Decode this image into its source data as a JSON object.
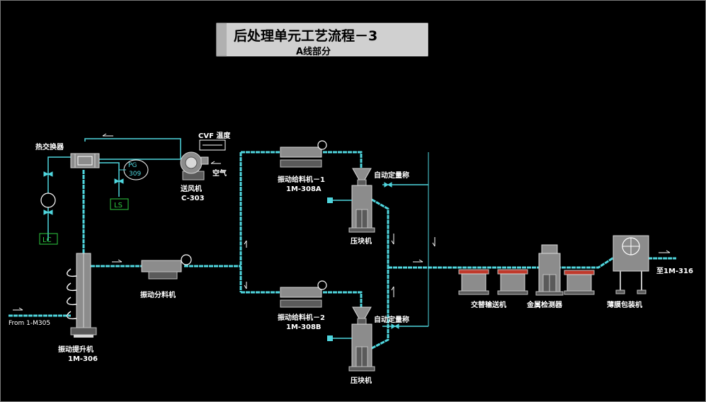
{
  "title": {
    "main": "后处理单元工艺流程－3",
    "sub": "A线部分"
  },
  "labels": {
    "heat_exchanger": "热交换器",
    "pg": "PG",
    "pg_num": "309",
    "ls": "LS",
    "lc": "LC",
    "cvf_temp": "CVF 温度",
    "air": "空气",
    "blower_name": "送风机",
    "blower_id": "C-303",
    "vib_feeder_1": "振动给料机－1",
    "vib_feeder_1_id": "1M-308A",
    "vib_feeder_2": "振动给料机－2",
    "vib_feeder_2_id": "1M-308B",
    "auto_scale_1": "自动定量称",
    "auto_scale_2": "自动定量称",
    "press_1": "压块机",
    "press_2": "压块机",
    "vib_distributor": "振动分料机",
    "vib_elevator": "振动提升机",
    "vib_elevator_id": "1M-306",
    "from": "From 1-M305",
    "conveyor": "交替输送机",
    "metal_detector": "金属检测器",
    "wrapper": "薄膜包装机",
    "to": "至1M-316"
  },
  "colors": {
    "background": "#000000",
    "pipe": "#4fd6de",
    "equipment": "#8c8c8c",
    "control": "#2ecc40",
    "accent_red": "#c0392b"
  }
}
